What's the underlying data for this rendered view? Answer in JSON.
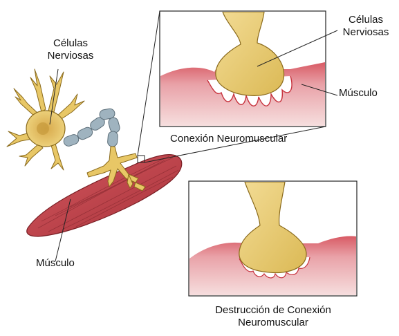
{
  "labels": {
    "neuron_cells_line1": "Células",
    "neuron_cells_line2": "Nerviosas",
    "inset_cells_line1": "Células",
    "inset_cells_line2": "Nerviosas",
    "muscle_main": "Músculo",
    "muscle_inset": "Músculo",
    "junction": "Conexión Neuromuscular",
    "destruction_line1": "Destrucción de Conexión",
    "destruction_line2": "Neuromuscular"
  },
  "colors": {
    "neuron_fill": "#e8c766",
    "neuron_stroke": "#8a6a1c",
    "axon_fill": "#9fb3bf",
    "axon_stroke": "#5d6f7a",
    "muscle_fill": "#c8484f",
    "muscle_stroke": "#7a1f25",
    "inset_muscle_fill": "#e3a0a6",
    "inset_muscle_edge": "#c7333e",
    "terminal_fill": "#ecd486",
    "inset_border": "#222222"
  }
}
